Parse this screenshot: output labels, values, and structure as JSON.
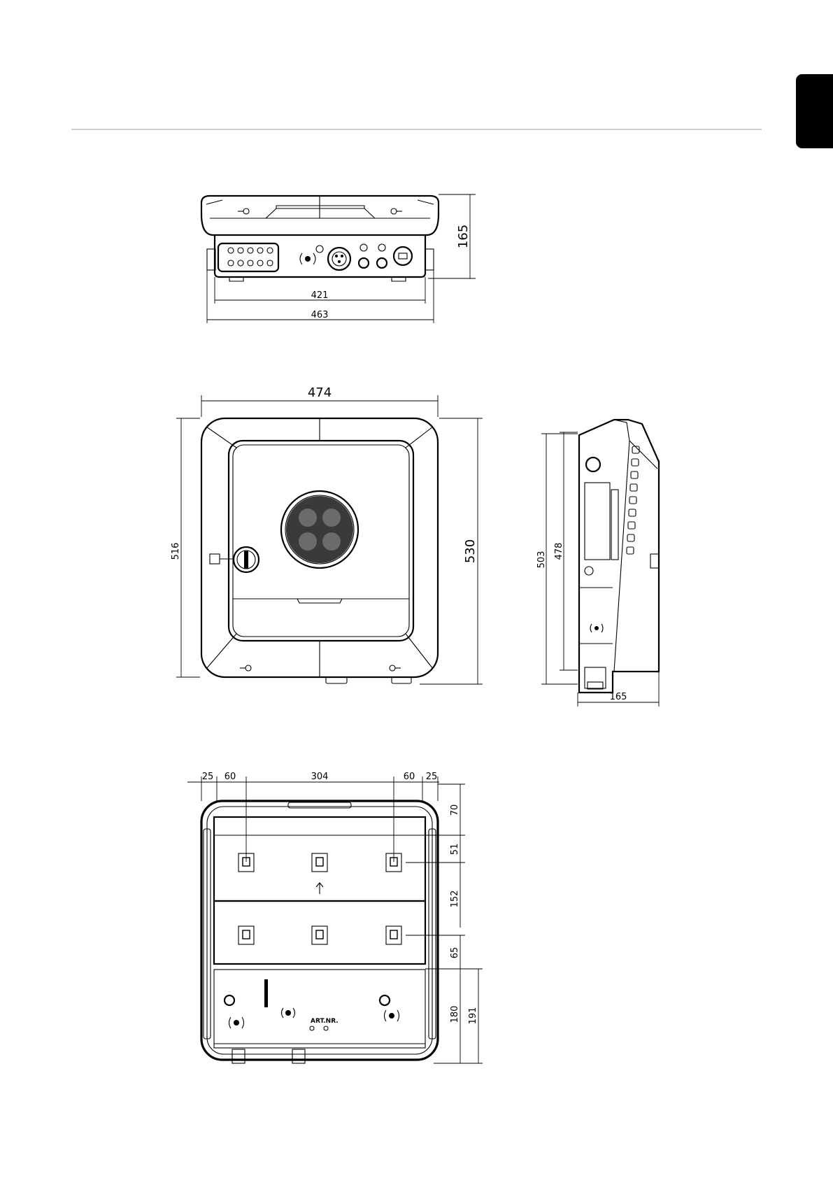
{
  "page": {
    "tab_color": "#000000",
    "rule_color": "#cfcfcf"
  },
  "bottom_view": {
    "dims": {
      "height": "165",
      "inner_width": "421",
      "outer_width": "463"
    }
  },
  "front_view": {
    "dims": {
      "width": "474",
      "height_left": "516",
      "height_right": "530"
    }
  },
  "side_view": {
    "dims": {
      "outer_height": "503",
      "inner_height": "478",
      "depth": "165"
    }
  },
  "rear_view": {
    "top_dims": [
      "25",
      "60",
      "304",
      "60",
      "25"
    ],
    "right_dims": [
      "70",
      "51",
      "152",
      "65",
      "180",
      "191"
    ],
    "label": "ART.NR."
  }
}
